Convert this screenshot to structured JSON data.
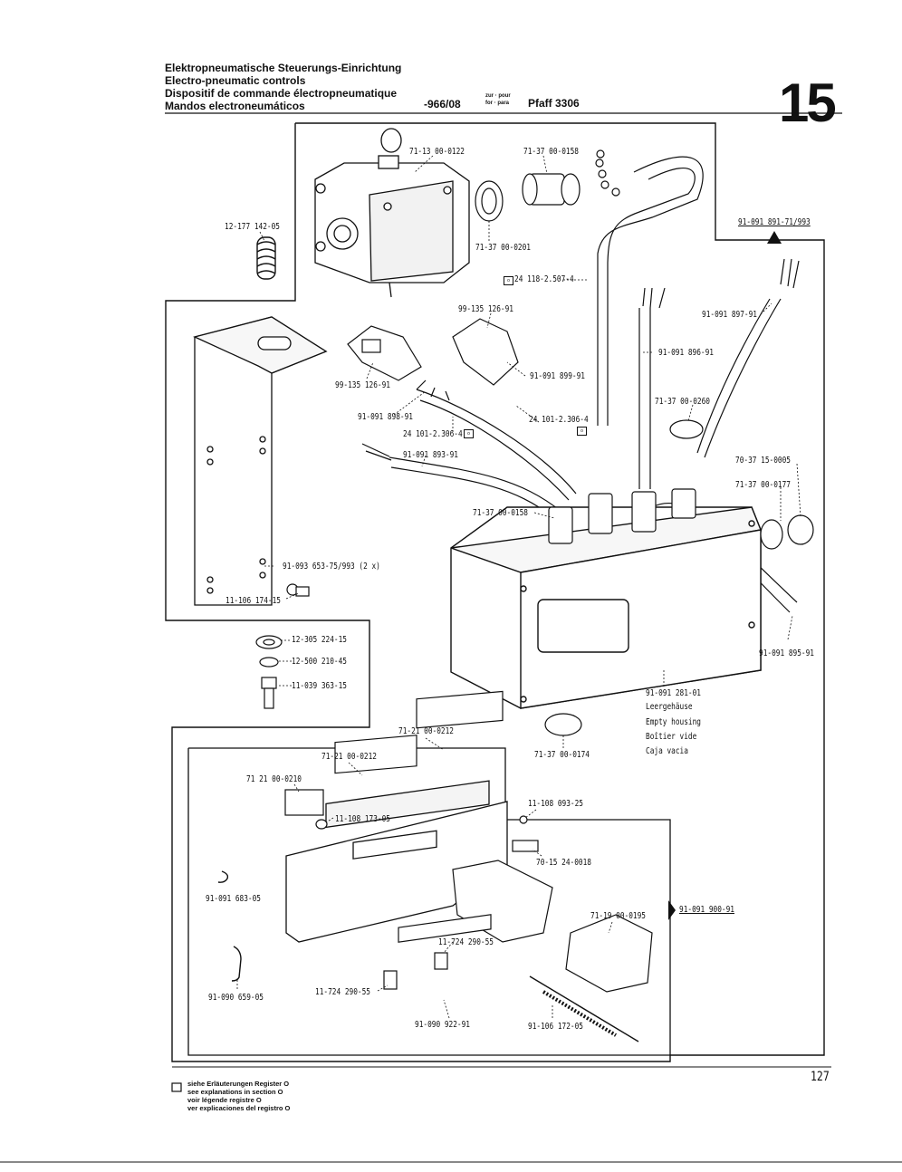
{
  "header": {
    "title_de": "Elektropneumatische Steuerungs-Einrichtung",
    "title_en": "Electro-pneumatic controls",
    "title_fr": "Dispositif de commande électropneumatique",
    "title_es": "Mandos electroneumáticos",
    "model_code": "-966/08",
    "for_de_fr": "zur · pour",
    "for_en_es": "for · para",
    "machine": "Pfaff 3306",
    "section_number": "15"
  },
  "parts": {
    "p_711300": "71-13 00-0122",
    "p_713700_0158_top": "71-37 00-0158",
    "p_121771": "12-177 142-05",
    "p_713700_0201": "71-37 00-0201",
    "p_ref_891": "91-091 891-71/993",
    "p_24118": "24 118-2.507-4",
    "p_99135_top": "99-135 126-91",
    "p_91091_897": "91-091 897-91",
    "p_91091_896": "91-091 896-91",
    "p_99135_left": "99-135 126-91",
    "p_91091_899": "91-091 899-91",
    "p_91091_898": "91-091 898-91",
    "p_24101_right": "24 101-2.306-4",
    "p_24101_left": "24 101-2.306-4",
    "p_713700_0260": "71-37 00-0260",
    "p_91091_893": "91-091 893-91",
    "p_703715": "70-37 15-0005",
    "p_713700_0177": "71-37 00-0177",
    "p_713700_0158_mid": "71-37 00-0158",
    "p_91093_653": "91-093 653-75/993 (2 x)",
    "p_111061": "11-106 174-15",
    "p_91091_895": "91-091 895-91",
    "p_12305": "12-305 224-15",
    "p_12500": "12-500 210-45",
    "p_11039": "11-039 363-15",
    "p_91091_281": "91-091 281-01",
    "housing_de": "Leergehäuse",
    "housing_en": "Empty housing",
    "housing_fr": "Boîtier vide",
    "housing_es": "Caja vacia",
    "p_712100_0212_top": "71-21 00-0212",
    "p_712100_0212_mid": "71-21 00-0212",
    "p_712100_0210": "71 21 00-0210",
    "p_713700_0174": "71-37 00-0174",
    "p_111081": "11-108 173-05",
    "p_11108_093": "11-108 093-25",
    "p_701524": "70-15 24-0018",
    "p_91091_683": "91-091 683-05",
    "p_91091_900": "91-091 900-91",
    "p_711900": "71-19 00-0195",
    "p_11724_a": "11-724 290-55",
    "p_91090_659": "91-090 659-05",
    "p_11724_b": "11-724 290-55",
    "p_91090_922": "91-090 922-91",
    "p_91106": "91-106 172-05"
  },
  "footer": {
    "legend_de": "siehe Erläuterungen Register O",
    "legend_en": "see explanations in section O",
    "legend_fr": "voir légende registre O",
    "legend_es": "ver explicaciones del registro O",
    "page_number": "127"
  }
}
